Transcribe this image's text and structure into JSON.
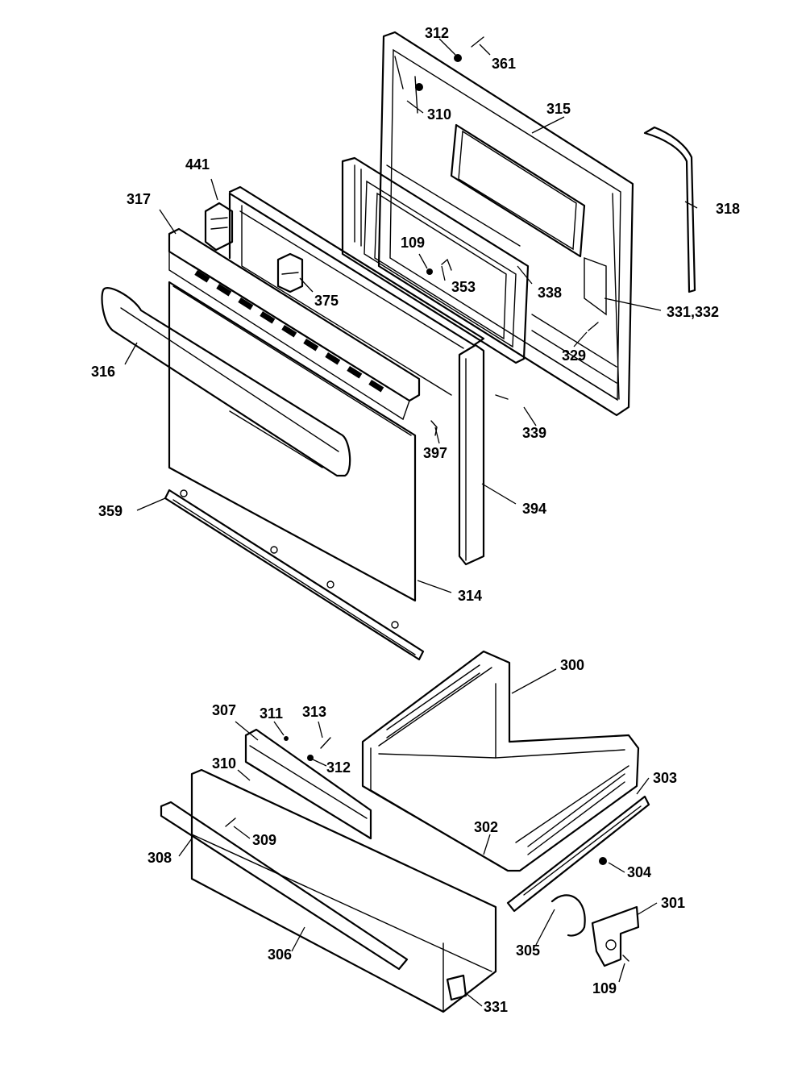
{
  "callouts": [
    {
      "id": "c312a",
      "label": "312"
    },
    {
      "id": "c361",
      "label": "361"
    },
    {
      "id": "c310a",
      "label": "310"
    },
    {
      "id": "c315",
      "label": "315"
    },
    {
      "id": "c318",
      "label": "318"
    },
    {
      "id": "c441",
      "label": "441"
    },
    {
      "id": "c317",
      "label": "317"
    },
    {
      "id": "c109a",
      "label": "109"
    },
    {
      "id": "c353",
      "label": "353"
    },
    {
      "id": "c338",
      "label": "338"
    },
    {
      "id": "c375",
      "label": "375"
    },
    {
      "id": "c331332",
      "label": "331,332"
    },
    {
      "id": "c329",
      "label": "329"
    },
    {
      "id": "c316",
      "label": "316"
    },
    {
      "id": "c339",
      "label": "339"
    },
    {
      "id": "c397",
      "label": "397"
    },
    {
      "id": "c394",
      "label": "394"
    },
    {
      "id": "c359",
      "label": "359"
    },
    {
      "id": "c314",
      "label": "314"
    },
    {
      "id": "c300",
      "label": "300"
    },
    {
      "id": "c307",
      "label": "307"
    },
    {
      "id": "c311",
      "label": "311"
    },
    {
      "id": "c313",
      "label": "313"
    },
    {
      "id": "c310b",
      "label": "310"
    },
    {
      "id": "c312b",
      "label": "312"
    },
    {
      "id": "c303",
      "label": "303"
    },
    {
      "id": "c302",
      "label": "302"
    },
    {
      "id": "c309",
      "label": "309"
    },
    {
      "id": "c308",
      "label": "308"
    },
    {
      "id": "c304",
      "label": "304"
    },
    {
      "id": "c301",
      "label": "301"
    },
    {
      "id": "c305",
      "label": "305"
    },
    {
      "id": "c306",
      "label": "306"
    },
    {
      "id": "c109b",
      "label": "109"
    },
    {
      "id": "c331",
      "label": "331"
    }
  ]
}
